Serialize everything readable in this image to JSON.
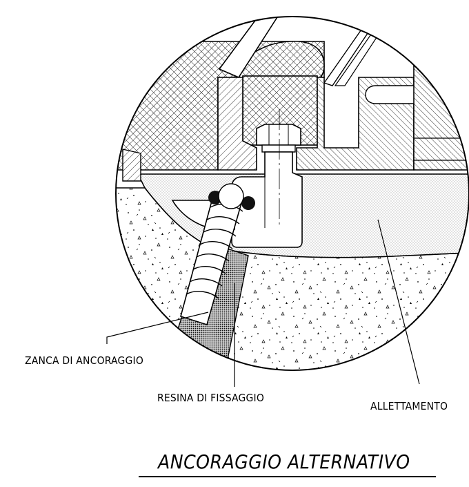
{
  "labels": {
    "zanca": "ZANCA DI ANCORAGGIO",
    "resina": "RESINA DI FISSAGGIO",
    "allettamento": "ALLETTAMENTO"
  },
  "title": "ANCORAGGIO ALTERNATIVO"
}
